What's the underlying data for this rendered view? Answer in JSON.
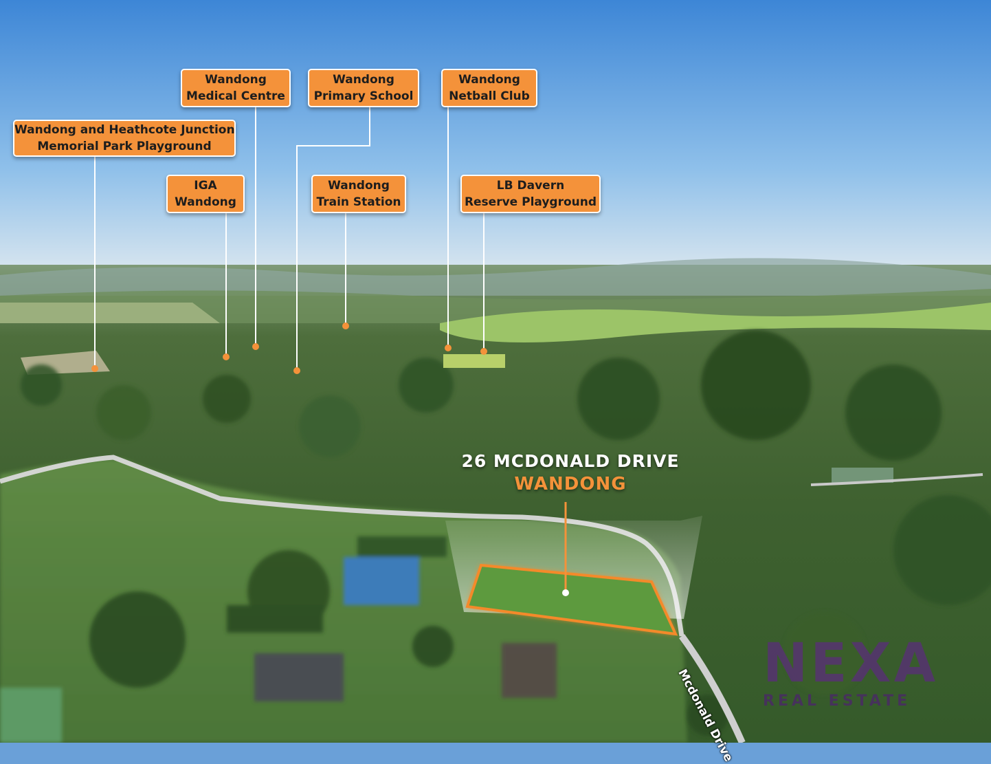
{
  "colors": {
    "accent": "#f4923a",
    "logo": "#5a2d7a"
  },
  "labels": {
    "memorial_park": [
      "Wandong and Heathcote Junction",
      "Memorial Park Playground"
    ],
    "medical_centre": [
      "Wandong",
      "Medical Centre"
    ],
    "primary_school": [
      "Wandong",
      "Primary School"
    ],
    "netball_club": [
      "Wandong",
      "Netball Club"
    ],
    "iga": [
      "IGA",
      "Wandong"
    ],
    "train_station": [
      "Wandong",
      "Train Station"
    ],
    "lb_davern": [
      "LB Davern",
      "Reserve Playground"
    ]
  },
  "property": {
    "address": "26 MCDONALD DRIVE",
    "suburb": "WANDONG"
  },
  "street_name": "Mcdonald Drive",
  "logo": {
    "word": "NEXA",
    "sub": "REAL ESTATE"
  }
}
